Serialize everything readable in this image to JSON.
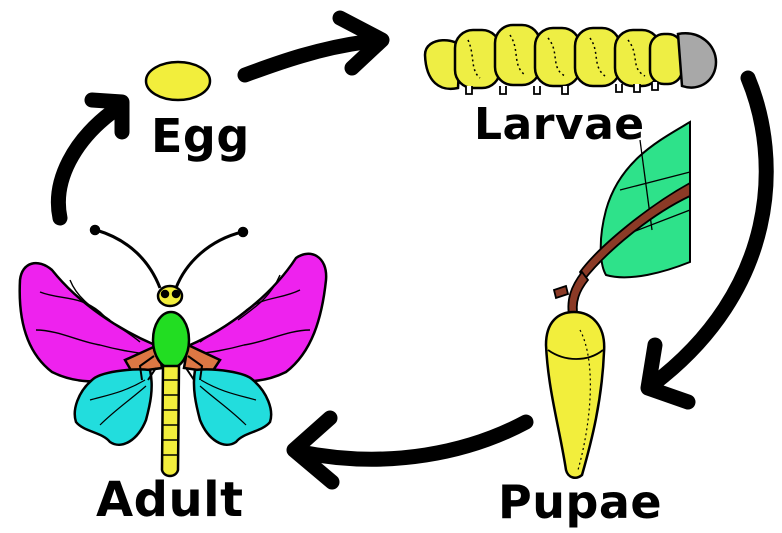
{
  "diagram": {
    "stages": [
      {
        "id": "egg",
        "label": "Egg"
      },
      {
        "id": "larvae",
        "label": "Larvae"
      },
      {
        "id": "pupae",
        "label": "Pupae"
      },
      {
        "id": "adult",
        "label": "Adult"
      }
    ],
    "cycle_order": [
      "egg",
      "larvae",
      "pupae",
      "adult",
      "egg"
    ],
    "colors": {
      "arrows": "#000000",
      "egg": "#f2ee3c",
      "larva_body": "#eeee44",
      "larva_head": "#a8a8a8",
      "leaf": "#2ee28a",
      "twig": "#8b3a26",
      "pupa": "#f2ee3c",
      "wing_upper": "#ee22ee",
      "wing_lower": "#22dddd",
      "thorax": "#22dd22",
      "wing_base": "#dd7744",
      "butterfly_body": "#f2ee3c"
    }
  }
}
